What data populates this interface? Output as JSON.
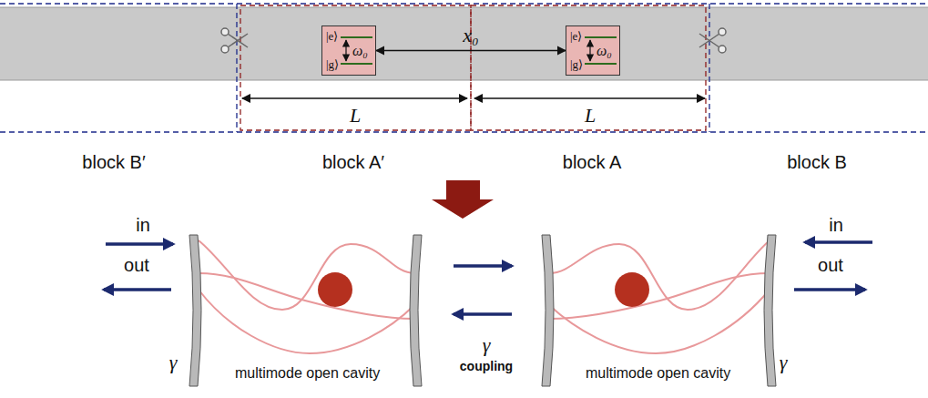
{
  "diagram": {
    "nodes": [
      {
        "text": [
          "|e⟩",
          "|g⟩",
          "ω₀"
        ]
      },
      {
        "text": [
          "|e⟩",
          "|g⟩",
          "ω₀"
        ]
      },
      {
        "text": [
          "multimode open cavity"
        ]
      },
      {
        "text": [
          "multimode open cavity"
        ]
      }
    ],
    "edges": [
      {
        "from": 0,
        "to": 1,
        "arrow": "both",
        "label": "x₀"
      },
      {
        "from": 2,
        "to": 3,
        "arrow": "to"
      },
      {
        "from": 3,
        "to": 2,
        "arrow": "to"
      }
    ],
    "labels": [
      "block B′",
      "block A′",
      "block A",
      "block B",
      "L",
      "L",
      "in",
      "out",
      "in",
      "out",
      "γ",
      "γ",
      "γ",
      "coupling"
    ]
  }
}
